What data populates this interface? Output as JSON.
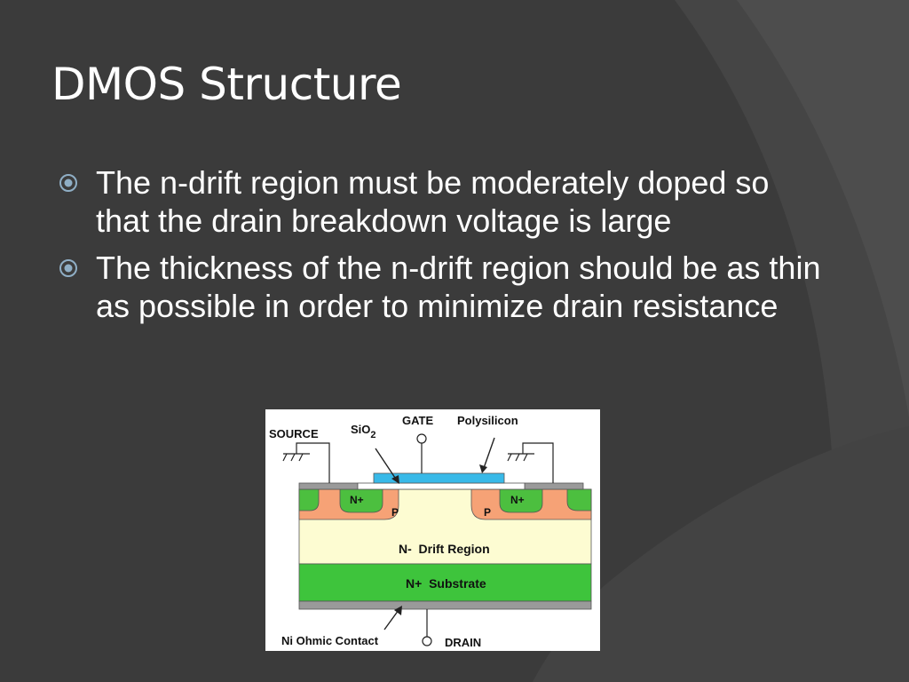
{
  "slide": {
    "title": "DMOS Structure",
    "bullets": [
      {
        "text": "The n-drift region must be moderately doped so that the drain breakdown voltage is large"
      },
      {
        "text": "The thickness of the n-drift region should be as thin as possible in order to minimize drain resistance"
      }
    ]
  },
  "diagram": {
    "labels": {
      "source": "SOURCE",
      "sio2_main": "SiO",
      "sio2_sub": "2",
      "gate": "GATE",
      "polysilicon": "Polysilicon",
      "nplus_left": "N+",
      "nplus_right": "N+",
      "p_left": "P",
      "p_right": "P",
      "drift_region": "N-  Drift Region",
      "substrate": "N+  Substrate",
      "ohmic_contact": "Ni Ohmic Contact",
      "drain": "DRAIN"
    }
  },
  "colors": {
    "background": "#3b3b3b",
    "title": "#ffffff",
    "text": "#ffffff",
    "bullet_icon": "#8faec5",
    "drift_region": "#fdfcd2",
    "substrate": "#3ec43c",
    "p_region": "#f6a276",
    "nplus_region": "#4cbf3f",
    "polysilicon": "#38b9e8",
    "metal": "#9a9a9a"
  },
  "icons": {
    "bullet": "circled-dot-icon"
  }
}
